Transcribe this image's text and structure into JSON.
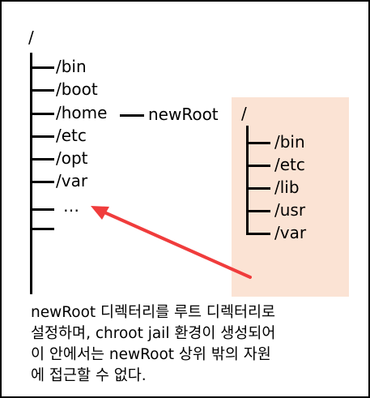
{
  "colors": {
    "panel_bg": "#fbe3d4",
    "arrow": "#f03c3c",
    "line": "#000000"
  },
  "left_tree": {
    "root": "/",
    "items": [
      "/bin",
      "/boot",
      "/home",
      "/etc",
      "/opt",
      "/var",
      "…",
      ""
    ]
  },
  "link_label": "newRoot",
  "right_tree": {
    "root": "/",
    "items": [
      "/bin",
      "/etc",
      "/lib",
      "/usr",
      "/var"
    ]
  },
  "caption": {
    "lines": [
      "newRoot 디렉터리를 루트 디렉터리로",
      "설정하며, chroot jail 환경이 생성되어",
      "이 안에서는 newRoot 상위 밖의 자원",
      "에 접근할 수 없다."
    ]
  }
}
